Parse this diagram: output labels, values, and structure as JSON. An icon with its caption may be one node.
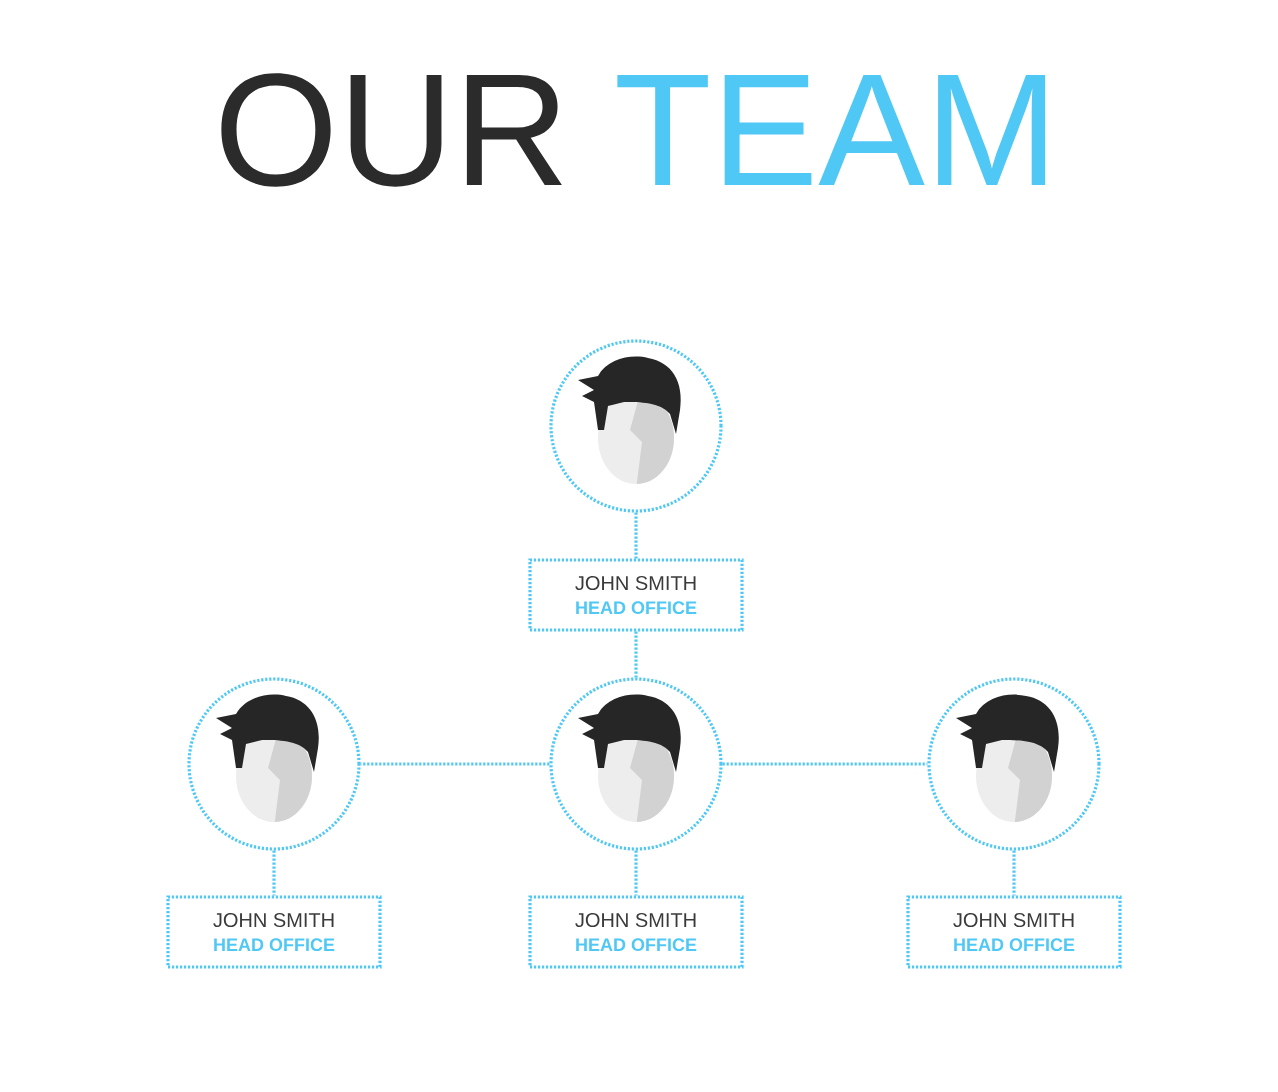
{
  "diagram": {
    "title": "OUR TEAM",
    "nodes": [
      {
        "text": [],
        "shape": "person"
      },
      {
        "text": [
          "JOHN SMITH",
          "HEAD OFFICE"
        ]
      },
      {
        "text": [],
        "shape": "person"
      },
      {
        "text": [],
        "shape": "person"
      },
      {
        "text": [],
        "shape": "person"
      },
      {
        "text": [
          "JOHN SMITH",
          "HEAD OFFICE"
        ]
      },
      {
        "text": [
          "JOHN SMITH",
          "HEAD OFFICE"
        ]
      },
      {
        "text": [
          "JOHN SMITH",
          "HEAD OFFICE"
        ]
      }
    ],
    "edges": [
      {
        "from": 0,
        "to": 1,
        "arrow": "none"
      },
      {
        "from": 1,
        "to": 3,
        "arrow": "none"
      },
      {
        "from": 3,
        "to": 2,
        "arrow": "none"
      },
      {
        "from": 3,
        "to": 4,
        "arrow": "none"
      },
      {
        "from": 2,
        "to": 5,
        "arrow": "none"
      },
      {
        "from": 3,
        "to": 6,
        "arrow": "none"
      },
      {
        "from": 4,
        "to": 7,
        "arrow": "none"
      }
    ]
  }
}
